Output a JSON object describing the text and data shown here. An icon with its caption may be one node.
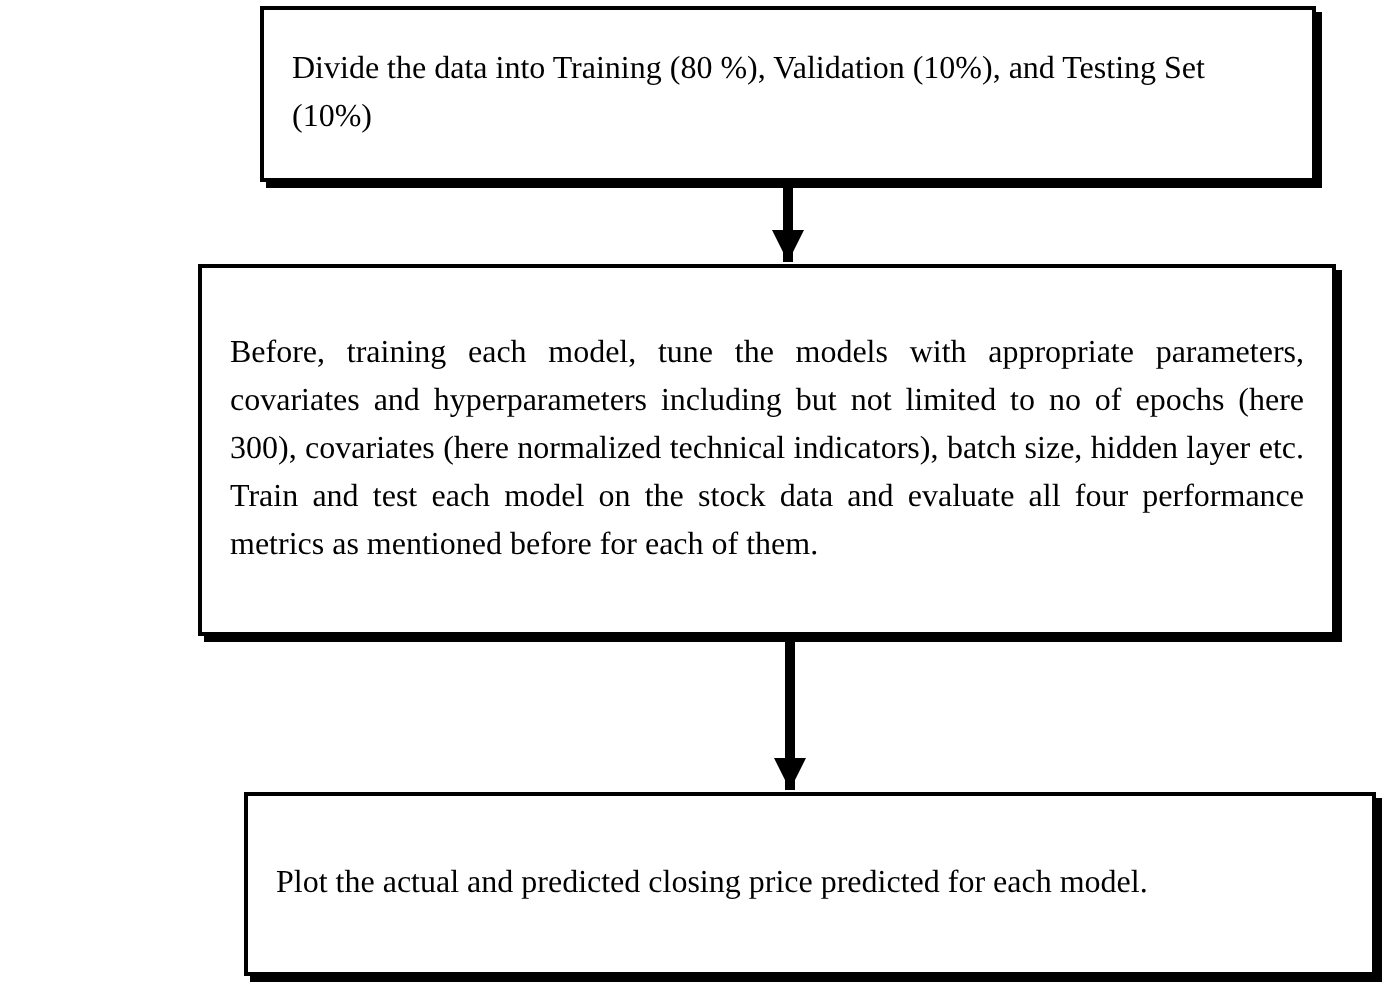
{
  "diagram": {
    "nodes": [
      {
        "text": [
          "Divide the data into Training (80 %), Validation (10%), and Testing Set (10%)"
        ]
      },
      {
        "text": [
          "Before, training each model, tune the models with appropriate parameters, covariates and hyperparameters including but not limited to no of epochs (here 300), covariates (here normalized technical indicators), batch size, hidden layer etc. Train and test each model on the stock data and evaluate all four performance metrics as mentioned before for each of them."
        ]
      },
      {
        "text": [
          "Plot the actual and predicted closing price predicted for each model."
        ]
      }
    ],
    "edges": [
      {
        "from": 0,
        "to": 1,
        "arrow": "to"
      },
      {
        "from": 1,
        "to": 2,
        "arrow": "to"
      }
    ]
  }
}
